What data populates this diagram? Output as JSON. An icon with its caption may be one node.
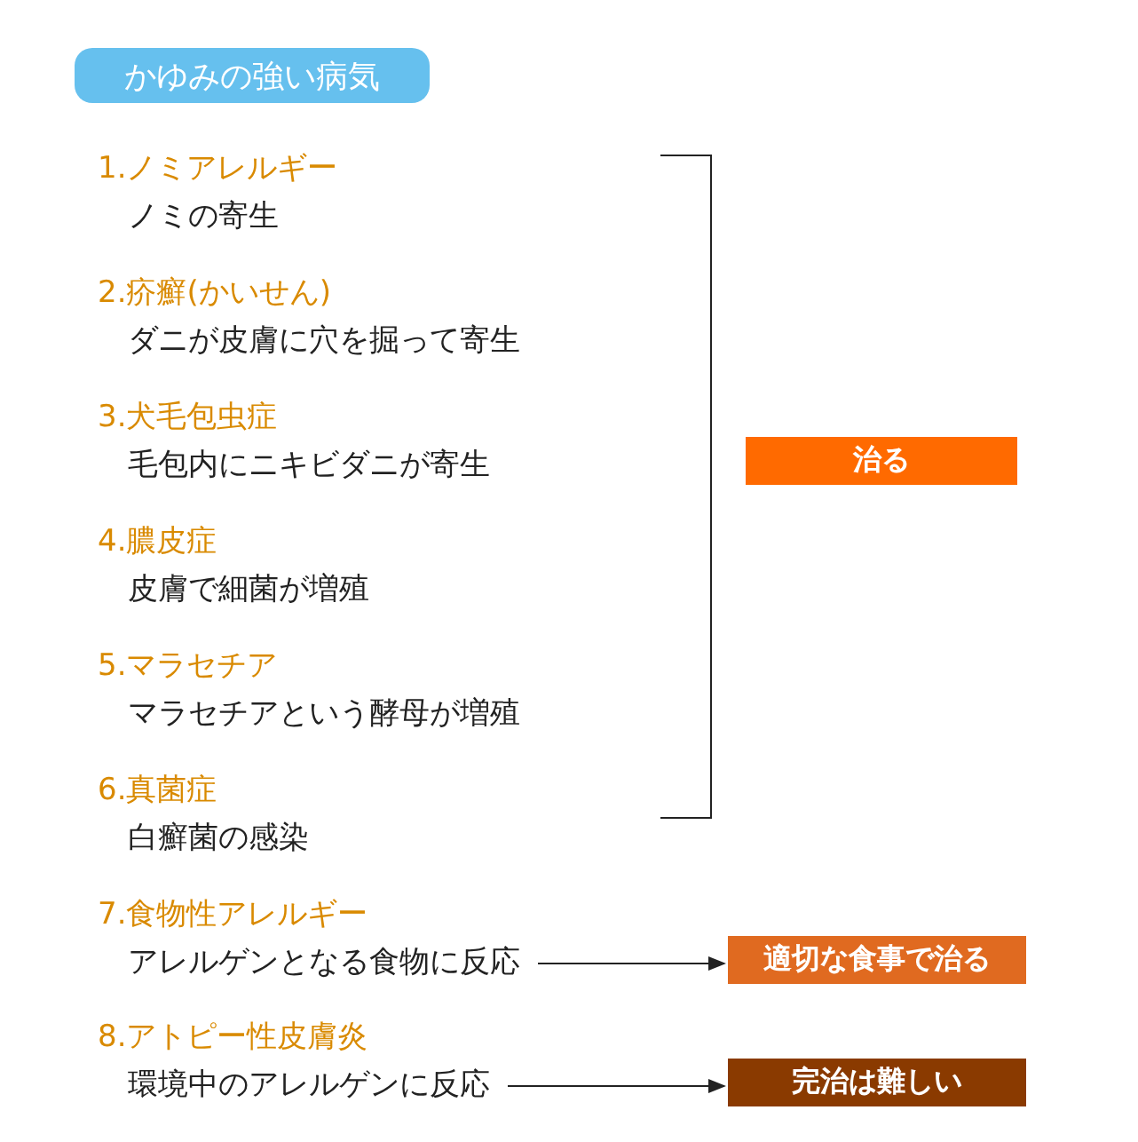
{
  "diagram": {
    "title": "かゆみの強い病気",
    "nodes": [
      {
        "text": [
          "1.ノミアレルギー",
          "ノミの寄生"
        ]
      },
      {
        "text": [
          "2.疥癬(かいせん)",
          "ダニが皮膚に穴を掘って寄生"
        ]
      },
      {
        "text": [
          "3.犬毛包虫症",
          "毛包内にニキビダニが寄生"
        ]
      },
      {
        "text": [
          "4.膿皮症",
          "皮膚で細菌が増殖"
        ]
      },
      {
        "text": [
          "5.マラセチア",
          "マラセチアという酵母が増殖"
        ]
      },
      {
        "text": [
          "6.真菌症",
          "白癬菌の感染"
        ]
      },
      {
        "text": [
          "7.食物性アレルギー",
          "アレルゲンとなる食物に反応"
        ]
      },
      {
        "text": [
          "8.アトピー性皮膚炎",
          "環境中のアレルゲンに反応"
        ]
      },
      {
        "text": [
          "治る"
        ]
      },
      {
        "text": [
          "適切な食事で治る"
        ]
      },
      {
        "text": [
          "完治は難しい"
        ]
      }
    ],
    "edges": [
      {
        "from": 6,
        "to": 9,
        "arrow": "to"
      },
      {
        "from": 7,
        "to": 10,
        "arrow": "to"
      }
    ]
  }
}
